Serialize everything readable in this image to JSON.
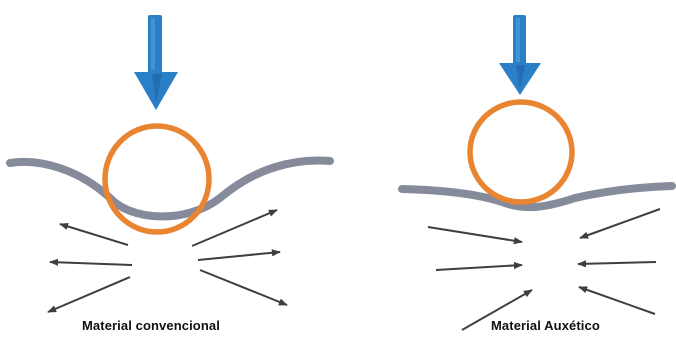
{
  "panels": {
    "left": {
      "caption": "Material convencional",
      "behavior": "material spreads outward under load",
      "arrow_direction": "outward"
    },
    "right": {
      "caption": "Material Auxético",
      "behavior": "material contracts inward under load",
      "arrow_direction": "inward"
    }
  },
  "colors": {
    "load_arrow": "#2a7fc6",
    "load_arrow_dark": "#1c5e9c",
    "ball": "#e98431",
    "surface": "#868b9c",
    "deformation_arrow": "#3f3f3f",
    "caption": "#111111",
    "background": "#ffffff"
  },
  "icons": {
    "load": "down-arrow-icon",
    "ball": "circle-outline",
    "deformation": "thin-arrow-icon"
  }
}
